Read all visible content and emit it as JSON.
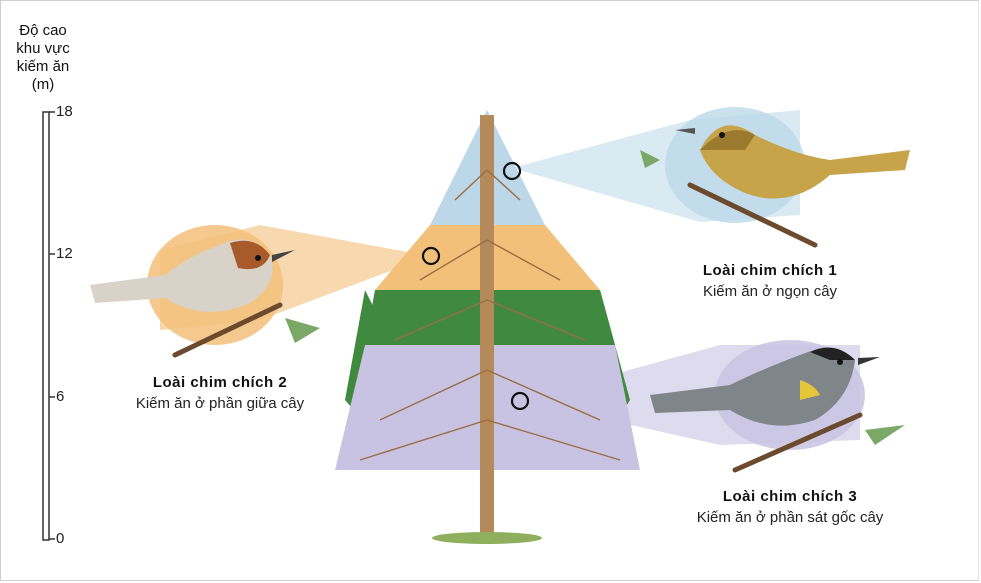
{
  "axis": {
    "title_lines": [
      "Độ cao",
      "khu vực",
      "kiếm ăn",
      "(m)"
    ],
    "ticks": [
      "18",
      "12",
      "6",
      "0"
    ]
  },
  "species": [
    {
      "title": "Loài chim chích 1",
      "desc": "Kiếm ăn ở ngọn cây"
    },
    {
      "title": "Loài chim chích 2",
      "desc": "Kiếm ăn ở phần giữa cây"
    },
    {
      "title": "Loài chim chích 3",
      "desc": "Kiếm ăn ở phần sát gốc cây"
    }
  ],
  "colors": {
    "top_zone": "#bcd8e8",
    "middle_zone": "#f3c07a",
    "bottom_zone": "#c8c3e2",
    "tree_green": "#3f8a3e",
    "trunk": "#b58a5a"
  }
}
